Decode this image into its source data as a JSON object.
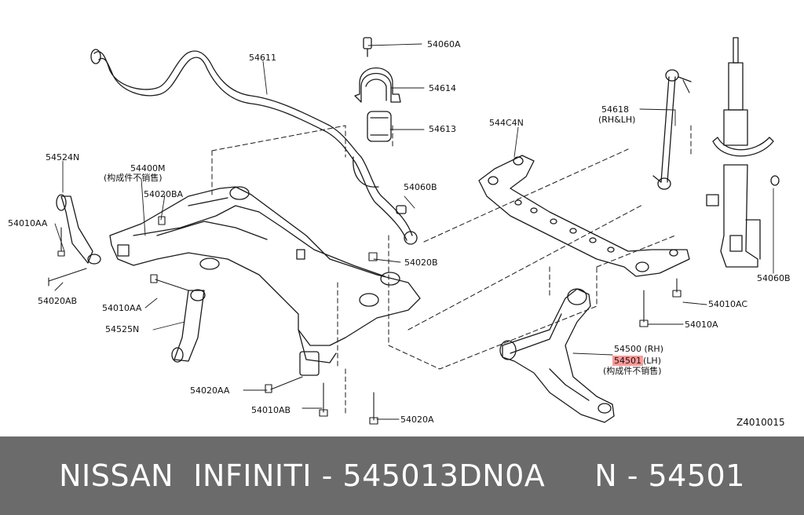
{
  "diagram": {
    "figure_code": "Z4010015",
    "callouts": {
      "stabilizer_bar": "54611",
      "bolt_54060A": "54060A",
      "clamp_54614": "54614",
      "bushing_54613": "54613",
      "bracket_544C4N": "544C4N",
      "link_54618": "54618",
      "link_54618_note": "(RH&LH)",
      "link_54524N": "54524N",
      "member_54400M": "54400M",
      "member_note": "(构成件不销售)",
      "bolt_54020BA": "54020BA",
      "nut_54060B_top": "54060B",
      "bolt_54010AA_left": "54010AA",
      "nut_54020B": "54020B",
      "bolt_54020AB": "54020AB",
      "bolt_54010AA_mid": "54010AA",
      "link_54525N": "54525N",
      "bolt_54010AC": "54010AC",
      "bolt_54010A": "54010A",
      "arm_54500": "54500 (RH)",
      "arm_54501": "54501",
      "arm_54501_side": "(LH)",
      "arm_note": "(构成件不销售)",
      "bolt_54020AA": "54020AA",
      "bolt_54010AB": "54010AB",
      "bolt_54020A": "54020A",
      "nut_54060B_right": "54060B"
    }
  },
  "footer": {
    "text": "NISSAN  INFINITI - 545013DN0A     N - 54501"
  },
  "colors": {
    "footer_bg": "#6b6b6b",
    "footer_text": "#ffffff",
    "highlight": "#ff4646",
    "line": "#1a1a1a"
  }
}
